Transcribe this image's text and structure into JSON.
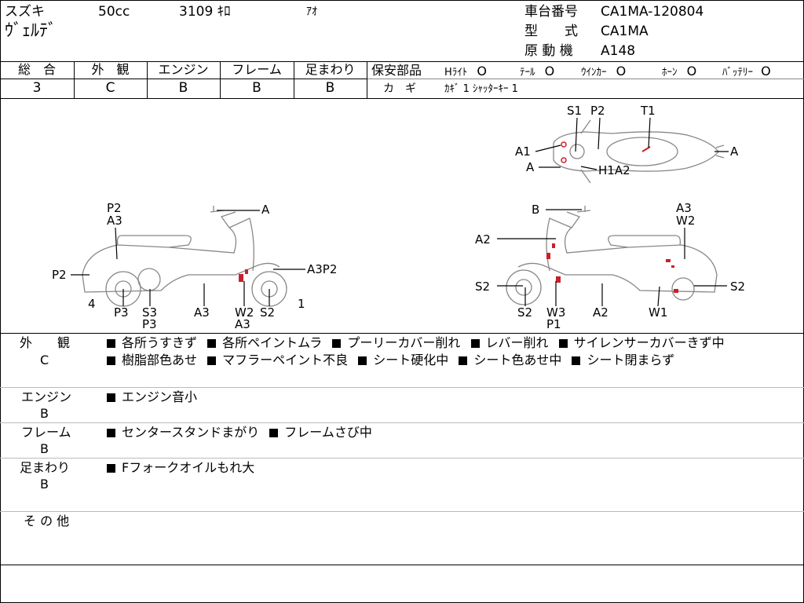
{
  "header": {
    "maker": "スズキ",
    "cc": "50cc",
    "mileage": "3109 ｷﾛ",
    "color": "ｱｵ",
    "model_name": "ｳﾞｪﾙﾃﾞ",
    "frame_label": "車台番号",
    "frame_value": "CA1MA-120804",
    "type_label": "型　　式",
    "type_value": "CA1MA",
    "engine_label": "原 動 機",
    "engine_value": "A148"
  },
  "grades": {
    "headers": [
      "総　合",
      "外　観",
      "エンジン",
      "フレーム",
      "足まわり"
    ],
    "values": [
      "3",
      "C",
      "B",
      "B",
      "B"
    ]
  },
  "safety": {
    "label": "保安部品",
    "items": [
      {
        "name": "Hﾗｲﾄ",
        "mark": "O"
      },
      {
        "name": "ﾃｰﾙ",
        "mark": "O"
      },
      {
        "name": "ｳｲﾝｶｰ",
        "mark": "O"
      },
      {
        "name": "ﾎｰﾝ",
        "mark": "O"
      },
      {
        "name": "ﾊﾞｯﾃﾘｰ",
        "mark": "O"
      }
    ],
    "key_label": "カ　ギ",
    "key_value": "ｶｷﾞ 1 ｼｬｯﾀｰｷｰ 1"
  },
  "diagram": {
    "top_view": [
      "S1",
      "P2",
      "T1",
      "A1",
      "A",
      "A",
      "H1A2"
    ],
    "left_view": [
      "P2",
      "A3",
      "A",
      "P2",
      "A3P2",
      "4",
      "P3",
      "S3",
      "P3",
      "A3",
      "W2",
      "A3",
      "S2",
      "1"
    ],
    "right_view": [
      "B",
      "A3",
      "W2",
      "A2",
      "S2",
      "S2",
      "S2",
      "W3",
      "P1",
      "A2",
      "W1"
    ]
  },
  "sections": [
    {
      "title": "外　　観",
      "grade": "C",
      "lines": [
        [
          "各所うすきず",
          "各所ペイントムラ",
          "プーリーカバー削れ",
          "レバー削れ",
          "サイレンサーカバーきず中"
        ],
        [
          "樹脂部色あせ",
          "マフラーペイント不良",
          "シート硬化中",
          "シート色あせ中",
          "シート閉まらず"
        ]
      ]
    },
    {
      "title": "エンジン",
      "grade": "B",
      "lines": [
        [
          "エンジン音小"
        ]
      ]
    },
    {
      "title": "フレーム",
      "grade": "B",
      "lines": [
        [
          "センタースタンドまがり",
          "フレームさび中"
        ]
      ]
    },
    {
      "title": "足まわり",
      "grade": "B",
      "lines": [
        [
          "Fフォークオイルもれ大"
        ]
      ]
    },
    {
      "title": "そ の 他",
      "grade": "",
      "lines": []
    }
  ]
}
